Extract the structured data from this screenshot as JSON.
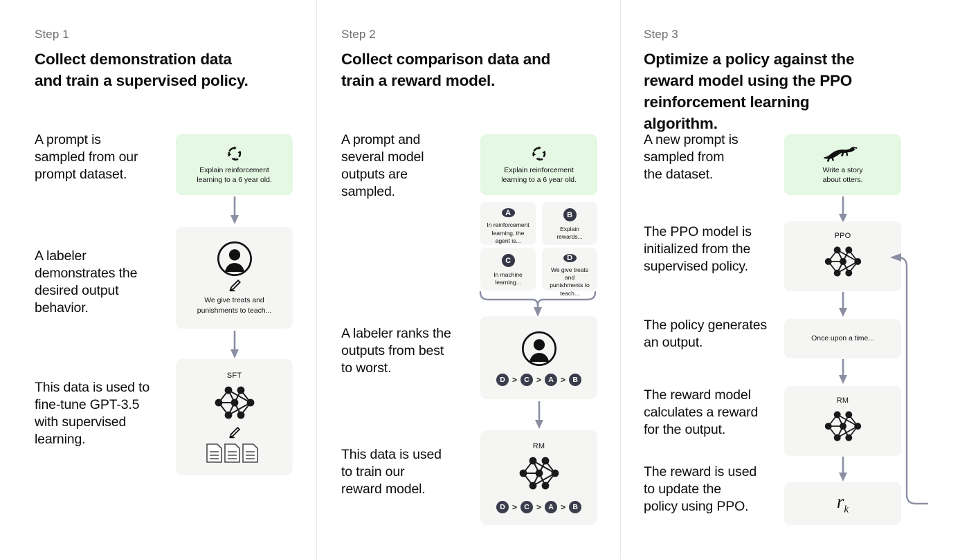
{
  "meta": {
    "colors": {
      "green_box": "#e4f8e4",
      "gray_box": "#f5f5f4",
      "badge_dark": "#353746",
      "arrow": "#8b8fa3",
      "divider": "#e8e8e8",
      "text": "#0d0d0d",
      "muted_text": "#6e6e6e"
    }
  },
  "columns": [
    {
      "step_label": "Step 1",
      "title": "Collect demonstration data\nand train a supervised policy.",
      "notes": [
        "A prompt is\nsampled from our\nprompt dataset.",
        "A labeler\ndemonstrates the\ndesired output\nbehavior.",
        "This data is used to\nfine-tune GPT-3.5\nwith supervised\nlearning."
      ],
      "boxes": [
        {
          "name": "prompt-box",
          "icon": "circular-arrows-icon",
          "text": "Explain reinforcement\nlearning to a 6 year old."
        },
        {
          "name": "labeler-box",
          "icon": "person-icon",
          "sub_icon": "pencil-icon",
          "text": "We give treats and\npunishments to teach..."
        },
        {
          "name": "sft-box",
          "caption": "SFT",
          "icon": "neural-network-icon",
          "sub_icon": "pencil-icon",
          "extra_icon": "documents-icon"
        }
      ]
    },
    {
      "step_label": "Step 2",
      "title": "Collect comparison data and\ntrain a reward model.",
      "notes": [
        "A prompt and\nseveral model\noutputs are\nsampled.",
        "A labeler ranks the\noutputs from best\nto worst.",
        "This data is used\nto train our\nreward model."
      ],
      "boxes": [
        {
          "name": "prompt-box",
          "icon": "circular-arrows-icon",
          "text": "Explain reinforcement\nlearning to a 6 year old."
        },
        {
          "name": "ranking-box",
          "icon": "person-icon",
          "ranking": [
            "D",
            "C",
            "A",
            "B"
          ]
        },
        {
          "name": "rm-box",
          "caption": "RM",
          "icon": "neural-network-icon",
          "ranking": [
            "D",
            "C",
            "A",
            "B"
          ]
        }
      ],
      "options": [
        {
          "label": "A",
          "text": "In reinforcement\nlearning, the\nagent is..."
        },
        {
          "label": "B",
          "text": "Explain rewards..."
        },
        {
          "label": "C",
          "text": "In machine\nlearning..."
        },
        {
          "label": "D",
          "text": "We give treats and\npunishments to\nteach..."
        }
      ],
      "rank_separator": ">"
    },
    {
      "step_label": "Step 3",
      "title": "Optimize a policy against the\nreward model using the PPO\nreinforcement learning algorithm.",
      "notes": [
        "A new prompt is\nsampled from\nthe dataset.",
        "The PPO model is\ninitialized from the\nsupervised policy.",
        "The policy generates\nan output.",
        "The reward model\ncalculates a reward\nfor the output.",
        "The reward is used\nto update the\npolicy using PPO."
      ],
      "boxes": [
        {
          "name": "prompt-box",
          "icon": "otter-icon",
          "text": "Write a story\nabout otters."
        },
        {
          "name": "ppo-box",
          "caption": "PPO",
          "icon": "neural-network-icon"
        },
        {
          "name": "output-box",
          "text": "Once upon a time..."
        },
        {
          "name": "rm-box",
          "caption": "RM",
          "icon": "neural-network-icon"
        },
        {
          "name": "reward-box",
          "reward_symbol": "r",
          "reward_subscript": "k"
        }
      ]
    }
  ]
}
